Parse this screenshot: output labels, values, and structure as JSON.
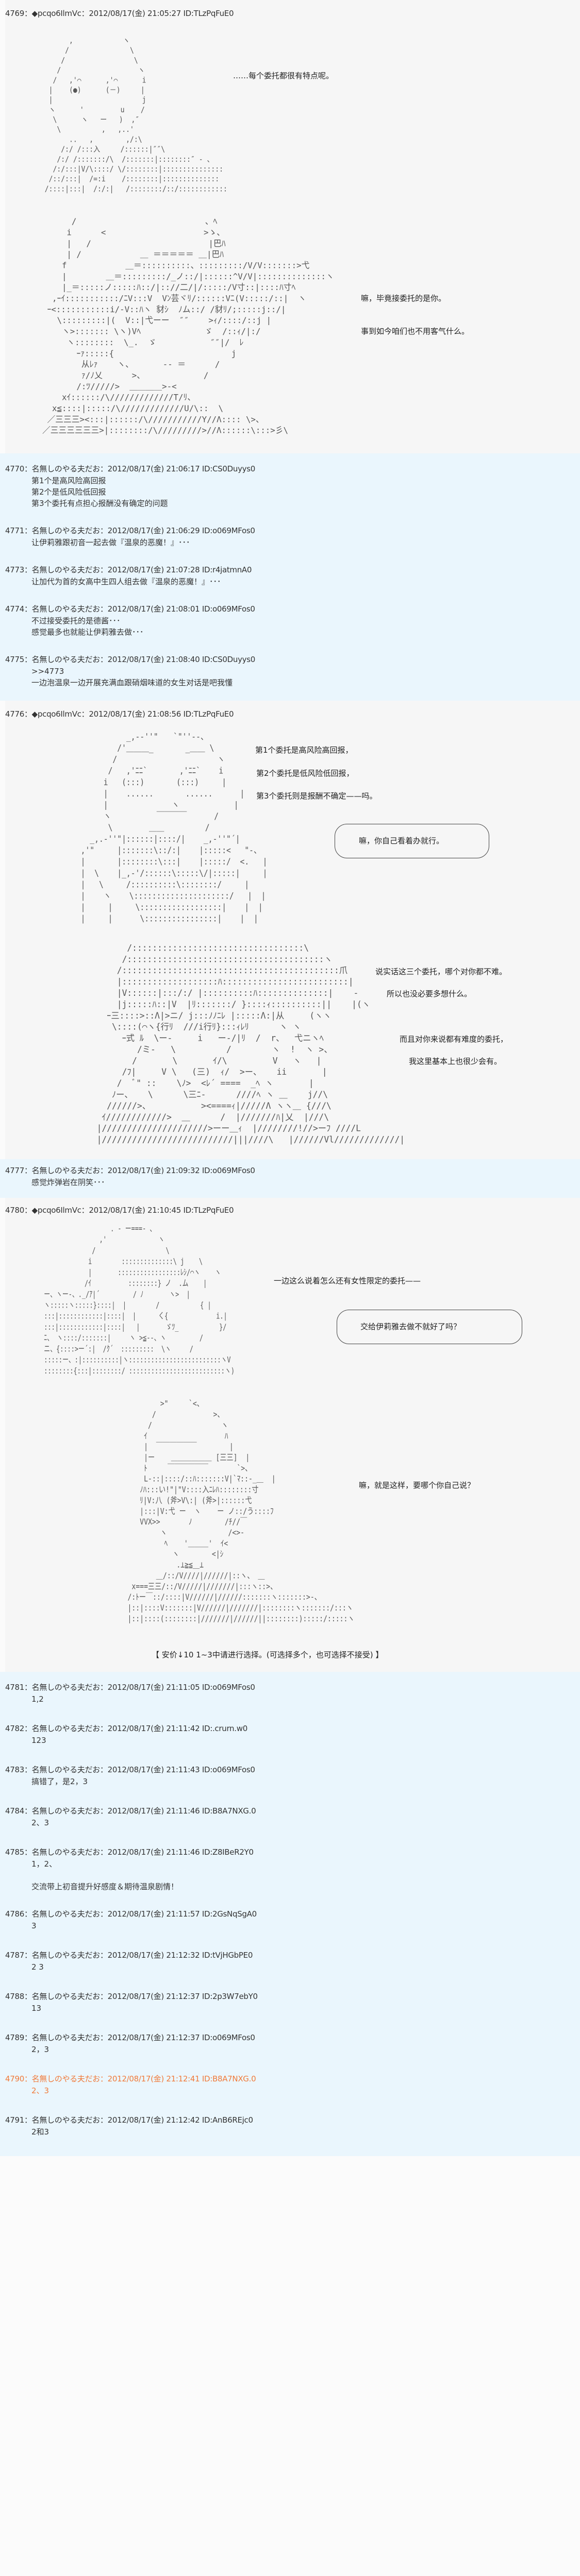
{
  "colors": {
    "post_bg": "#f6f6f6",
    "reply_bg": "#eaf6fd",
    "highlight": "#f07a3a",
    "text": "#333333"
  },
  "posts": {
    "p4769": {
      "header": "4769：◆pcqo6IlmVc：2012/08/17(金) 21:05:27 ID:TLzPqFuE0",
      "lines": [
        "……每个委托都很有特点呢。",
        "嘛，毕竟接委托的是你。",
        "事到如今咱们也不用客气什么。"
      ],
      "aa1": "        ,  ￣￣￣￣￣  ヽ\n       /               \\\n      /                 \\\n     /                   ヽ\n    /   ,'⌒      ,'⌒      i\n   |    (●)      (－)     |\n   |                      j\n   ヽ      '         u    /\n    \\      ヽ   ー   )  ,″\n     \\          ,   ,..'\n        ..   ,        ,/:\\\n      /:/ /:::入     /::::::|″″\\\n     /:/ /:::::::/\\  /:::::::|::::::::″ - 、\n    /:/:::|V/\\::::/ \\/::::::::|:::::::::::::::\n   /::/:::|  /=:i    /::::::::|::::::::::::::\n  /::::|:::|  /:/:|   /::::::::/::/::::::::::::",
      "aa2": "      /          ￣￣￣￣￣￣￣￣   、ﾍ\n     i      <                    >ゝ、\n     |   /                        |巴ﾊ\n     | /            ＿ ＝＝＝＝＝ ＿|巴ﾊ\n    f            ＿＝::::::::::、:::::::::/V/V:::::::>弋\n    |        ＿＝:::::::::/_ノ::/|::::::^V/V|::::::::::::::ヽ\n    |_＝:::::ノ:::::ﾊ::/|:://二/|/:::::/V寸::|::::ﾊ寸ﾍ\n  ,ｰｲ:::::::::::/ﾆV:::V  Vﾝ芸ヾﾘ/::::::Vﾆ(V:::::/::|  ヽ\n ｰ<:::::::::::i/-V::ﾊヽ 豺ｼ  ﾉム::/ /豺ﾘ/;:::::j::/|\n   \\:::::::::|(  V::|弋ーー  ″″    >ｨ/::::/::j |\n    ヽ>::::::: \\ヽ)Vﾍ             ゞ  /::ｨ/|:/\n     ヽ::::::::  \\_.  ゞ           ″″|/  ﾚ\n       ｰｧ:::::{                        j\n        从ﾚｧ    ヽ、      ‐‐ ＝      /\n        ｧ/ﾉ乂      >、            /\n       /:ﾂ/////>  ＿＿＿＿>-<\n    xｲ::::::/\\/////////////T/ﾘ、\n  x≦::::|:::::/\\/////////////U/\\::  \\\n ／三三三><:::|::::::/\\///////////Y//Λ:::: \\>、\n／三三三三三三>|::::::::/\\/////////>//Λ::::::\\:::>彡\\"
    },
    "p4770": {
      "header": "4770：名無しのやる夫だお：2012/08/17(金) 21:06:17 ID:CS0Duyys0",
      "body": "第1个是高风险高回报\n第2个是低风险低回报\n第3个委托有点担心报酬没有确定的问题"
    },
    "p4771": {
      "header": "4771：名無しのやる夫だお：2012/08/17(金) 21:06:29 ID:o069MFos0",
      "body": "让伊莉雅跟初音一起去做『温泉的恶魔！』･･･"
    },
    "p4773": {
      "header": "4773：名無しのやる夫だお：2012/08/17(金) 21:07:28 ID:r4jatmnA0",
      "body": "让加代为首的女高中生四人组去做『温泉的恶魔！』･･･"
    },
    "p4774": {
      "header": "4774：名無しのやる夫だお：2012/08/17(金) 21:08:01 ID:o069MFos0",
      "body": "不过接受委托的是德酱･･･\n感觉最多也就能让伊莉雅去做･･･"
    },
    "p4775": {
      "header": "4775：名無しのやる夫だお：2012/08/17(金) 21:08:40 ID:CS0Duyys0",
      "body": ">>4773\n一边泡温泉一边开展充满血跟硝烟味道的女生对话是吧我懂"
    },
    "p4776": {
      "header": "4776：◆pcqo6IlmVc：2012/08/17(金) 21:08:56 ID:TLzPqFuE0",
      "lines": [
        "第1个委托是高风险高回报，",
        "第2个委托是低风险低回报，",
        "第3个委托则是报酬不确定——吗。",
        "嘛，你自己看着办就行。",
        "说实话这三个委托，哪个对你都不难。",
        "所以也没必要多想什么。",
        "而且对你来说都有难度的委托，",
        "我这里基本上也很少会有。"
      ],
      "aa1": "            _,-‐''\"￣￣`\"''‐-、\n          /'＿＿＿_       _＿＿ \\\n         /                      ヽ\n        /   ,'ﾆﾆ`       ,'ﾆﾆ`    i\n       i   (:::)       (:::)     |\n       |    ......       ......      |\n       |              ヽ            |\n       ヽ          ￣￣￣￣      /\n        \\        ＿＿         /\n    _,.-''\"|::::::|::::/|    _,-''\"´|\n  ,'\"     |:::::::\\::/:|    |:::::<   \"-、\n  |       |::::::::\\:::|    |:::::/  <.   |\n  |  \\    |_,-'/::::::\\:::::\\/|:::::|     |\n  |   \\     /::::::::::\\::::::::/     |\n  |    ヽ    \\:::::::::::::::::::::/   |  |\n  |     |     \\::::::::::::::::::|    |  |\n  |     |      \\::::::::::::::::|    |  |",
      "aa2": "        /::::::::::::::::::::::::::::::::::\\\n       /:::::::::::::::::::::::::::::::::::::::ヽ\n      /:::::::::::::::::::::::::::::::::::::::::::爪\n      |:::::::::::::::::::ﾊ:::::::::::::::::::::::::|\n      |V::::::|:::/:/ |::::::::::ﾊ::::::::::::::|    -\n      |j:::::ﾊ::|V  |ﾘ:::::::/ }::::ｨ::::::::::||    |(ヽ\n    ｰ三::::>::Λ|>ニ/ j:::ﾉﾉﾆﾚ |:::::Λ:|从     (ヽヽ\n     \\::::(⌒ヽ{行ﾘ  ///i行ﾘ}:::ｨﾚﾘ      ヽ ヽ\n       ｰ式 ﾙ  \\ー-     i   ー-/|ﾘ  /  r、  弋ニヽﾍ\n          /ミ-   \\          /        ヽ  !  ヽ >、\n         /       \\       ｲ/\\         V   ヽ   |\n       /ﾌ|     V \\   (三)  ｨ/  >ー、   ii       |\n      /  ﾞ\" ::    \\ﾉ>  <ﾚ´ ====  _ﾍ ヽ       |\n     ﾉー、   \\      \\三ﾆ-      ////ﾍ ヽ ＿    j//\\\n    //////>、          ><====ｨ|/////Λ ヽヽ＿ {///\\\n   ｲ////////////>  ＿      /  |///////ﾊ|乂  |///\\\n  |/////////////////////>ーー＿ｨ  |////////!//>ーﾌ ////L\n  |//////////////////////////|||////\\   |//////Vl/////////////|"
    },
    "p4777": {
      "header": "4777：名無しのやる夫だお：2012/08/17(金) 21:09:32 ID:o069MFos0",
      "body": "感觉炸弹岩在阴笑･･･"
    },
    "p4780": {
      "header": "4780：◆pcqo6IlmVc：2012/08/17(金) 21:10:45 ID:TLzPqFuE0",
      "lines": [
        "一边这么说着怎么还有女性限定的委托——",
        "交给伊莉雅去做不就好了吗？",
        "嘛，就是这样，要哪个你自己说？"
      ],
      "anchor": "【 安价↓10  1~3中请进行选择。(可选择多个，也可选择不接受) 】",
      "aa1": "                    . - ー===- 、\n                 ,'              ヽ\n               /                   \\\n              i        ::::::::::::::\\ j    \\\n              |       :::::::::::::::::ﾚｼ/⌒ヽ    ヽ\n             /ｲ          ::::::::} ノ  .ム    |\n  ー、ヽー-、._/ｱ|´         / ﾉ       ヽ>  |\n  ヽ:::::ヽ:::::}::::|  |        /           { |\n  :::|::::::::::::|::::|  |      く{             i.|\n  :::|::::::::::::|::::|   |       ゞﾂ_           }/\n  ﾆ、 ヽ::::/:::::::|     ヽ >≦--、ヽ         /\n  ニ、{::::>ー´:|  /ｸ´  :::::::::  \\ヽ     /\n  :::::ー、:|::::::::::|ヽ:::::::::::::::::::::::::ヽV\n  ::::::::{:::|::::::::/ ::::::::::::::::::::::::::ヽ)",
      "aa2": "              >\"￣￣￣`<、\n            /              >、\n           /                 ヽ\n          ｲ                   ﾊ\n          |  ￣￣￣￣￣￣        |\n          |ー    ＿＿＿＿＿＿ [三三]  |\n          ﾄ     ￣￣￣￣￣￣       `>、\n          L-::|::::/::ﾊ:::::::V|`ﾏ::-_＿  |\n         ﾉﾊ:::い!\"|\"V::::入ﾆﾚﾊ::::::::寸\n         ﾘ|V:八 (斧>V\\:| (斧>|::::::弋\n         |:::|V:弋 ー  ヽ    ー ノ::/う::::ﾌ\n         VVX>>       ﾉ        /ﾁ//￣\n              ヽ               /<>-\n               ﾍ    '＿＿＿'  ｲ<\n                 ヽ        <|ｼ\n                  .⊥≧≦＿⊥\n             ＿/::/V////|//////|::ヽ、 ＿\n       x===三三/::/V/////|///////|:::ヽ::>、\n      /:ﾄー￣::/::::|V//////|//////:::::::ヽ:::::::>-、\n      |::|::::V:::::::|V//////|///////|::::::::ヽ:::::::/:::ヽ\n      |::|::::(::::::::|///////|//////||::::::::):::::/:::::ヽ"
    },
    "p4781": {
      "header": "4781：名無しのやる夫だお：2012/08/17(金) 21:11:05 ID:o069MFos0",
      "body": "1,2"
    },
    "p4782": {
      "header": "4782：名無しのやる夫だお：2012/08/17(金) 21:11:42 ID:.crurn.w0",
      "body": "123"
    },
    "p4783": {
      "header": "4783：名無しのやる夫だお：2012/08/17(金) 21:11:43 ID:o069MFos0",
      "body": "搞错了，是2，3"
    },
    "p4784": {
      "header": "4784：名無しのやる夫だお：2012/08/17(金) 21:11:46 ID:B8A7NXG.0",
      "body": "2、3"
    },
    "p4785": {
      "header": "4785：名無しのやる夫だお：2012/08/17(金) 21:11:46 ID:Z8IBeR2Y0",
      "body": "1，2、\n\n交流带上初音提升好感度＆期待温泉剧情！"
    },
    "p4786": {
      "header": "4786：名無しのやる夫だお：2012/08/17(金) 21:11:57 ID:2GsNqSgA0",
      "body": "3"
    },
    "p4787": {
      "header": "4787：名無しのやる夫だお：2012/08/17(金) 21:12:32 ID:tVjHGbPE0",
      "body": "2 3"
    },
    "p4788": {
      "header": "4788：名無しのやる夫だお：2012/08/17(金) 21:12:37 ID:2p3W7ebY0",
      "body": "13"
    },
    "p4789": {
      "header": "4789：名無しのやる夫だお：2012/08/17(金) 21:12:37 ID:o069MFos0",
      "body": "2，3"
    },
    "p4790": {
      "header": "4790：名無しのやる夫だお：2012/08/17(金) 21:12:41 ID:B8A7NXG.0",
      "body": "2、3"
    },
    "p4791": {
      "header": "4791：名無しのやる夫だお：2012/08/17(金) 21:12:42 ID:AnB6REjc0",
      "body": "2和3"
    }
  }
}
